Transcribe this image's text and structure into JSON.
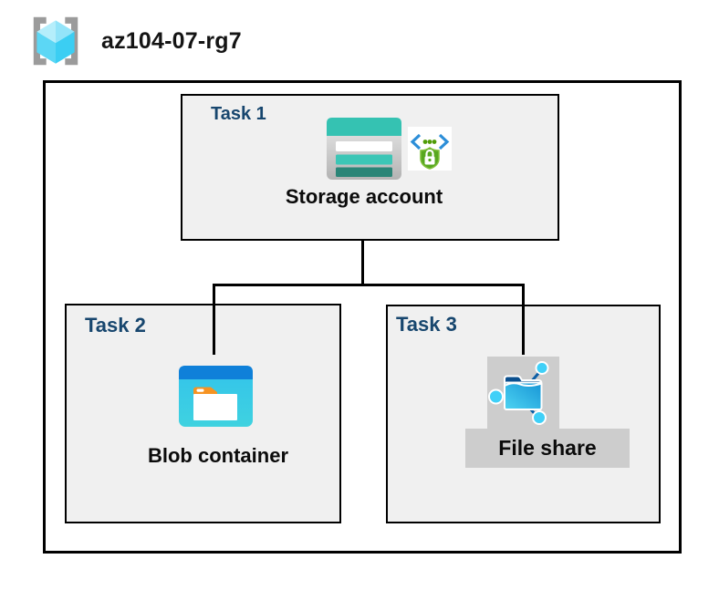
{
  "header": {
    "title": "az104-07-rg7",
    "icon": "resource-group-icon"
  },
  "tasks": [
    {
      "label": "Task 1",
      "item": "Storage account",
      "icons": [
        "storage-account-icon",
        "sas-shield-lock-icon"
      ]
    },
    {
      "label": "Task 2",
      "item": "Blob container",
      "icons": [
        "blob-container-icon"
      ]
    },
    {
      "label": "Task 3",
      "item": "File share",
      "icons": [
        "file-share-icon"
      ]
    }
  ],
  "connections": [
    {
      "from": "Storage account",
      "to": "Blob container"
    },
    {
      "from": "Storage account",
      "to": "File share"
    }
  ],
  "colors": {
    "task_label_blue": "#17466e",
    "box_fill_gray": "#f0f0f0",
    "selection_gray": "#cdcdcd",
    "line_black": "#000000",
    "rg_bracket_gray": "#9b9b9b",
    "rg_cube_cyan": "#5cd7f5",
    "storage_teal": "#35c2b2",
    "storage_teal_dark": "#2a8577",
    "blob_header_blue": "#0f80d9",
    "blob_body_cyan": "#37c5ea",
    "folder_tab_orange": "#f69322",
    "fileshare_folder_blue": "#1795d6",
    "fileshare_node_cyan": "#3fd0f8",
    "shield_green": "#57a71f",
    "code_bracket_blue": "#2c8ed8"
  }
}
